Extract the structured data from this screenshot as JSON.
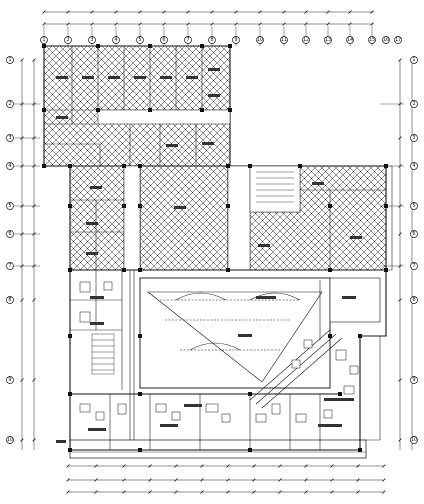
{
  "grid_axes": {
    "note": "axis bubble numbers are approximate readings of an illegible source",
    "vertical": [
      "1",
      "2",
      "3",
      "4",
      "5",
      "6",
      "7",
      "8",
      "9",
      "10",
      "11",
      "12",
      "13",
      "14",
      "15",
      "16",
      "17"
    ],
    "horizontal": [
      "1",
      "2",
      "3",
      "4",
      "5",
      "6",
      "7",
      "8",
      "9",
      "10"
    ]
  },
  "colors": {
    "linework": "#111111",
    "background": "#ffffff"
  }
}
